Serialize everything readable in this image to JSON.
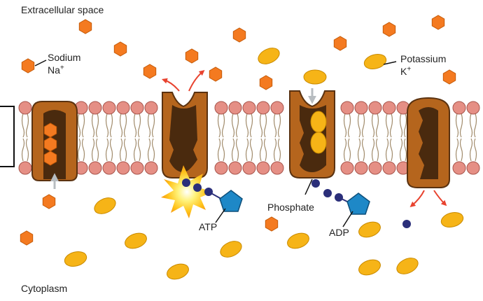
{
  "labels": {
    "extracellular": "Extracellular space",
    "cytoplasm": "Cytoplasm",
    "sodium_name": "Sodium",
    "sodium_symbol": "Na",
    "sodium_charge": "+",
    "potassium_name": "Potassium",
    "potassium_symbol": "K",
    "potassium_charge": "+",
    "atp": "ATP",
    "phosphate": "Phosphate",
    "adp": "ADP"
  },
  "colors": {
    "sodium": "#f47a20",
    "potassium": "#f6b417",
    "protein": "#b5651d",
    "protein_dark": "#4a2a0e",
    "lipid_head": "#e58f85",
    "phosphate_bead": "#2b2f7a",
    "pentagon": "#1e88c7",
    "arrow_red": "#e8432f",
    "arrow_gray": "#b7bcc0"
  },
  "stages": [
    "pump-sodium-bound",
    "pump-open-out-sodium-release",
    "pump-potassium-bound",
    "pump-potassium-release"
  ]
}
